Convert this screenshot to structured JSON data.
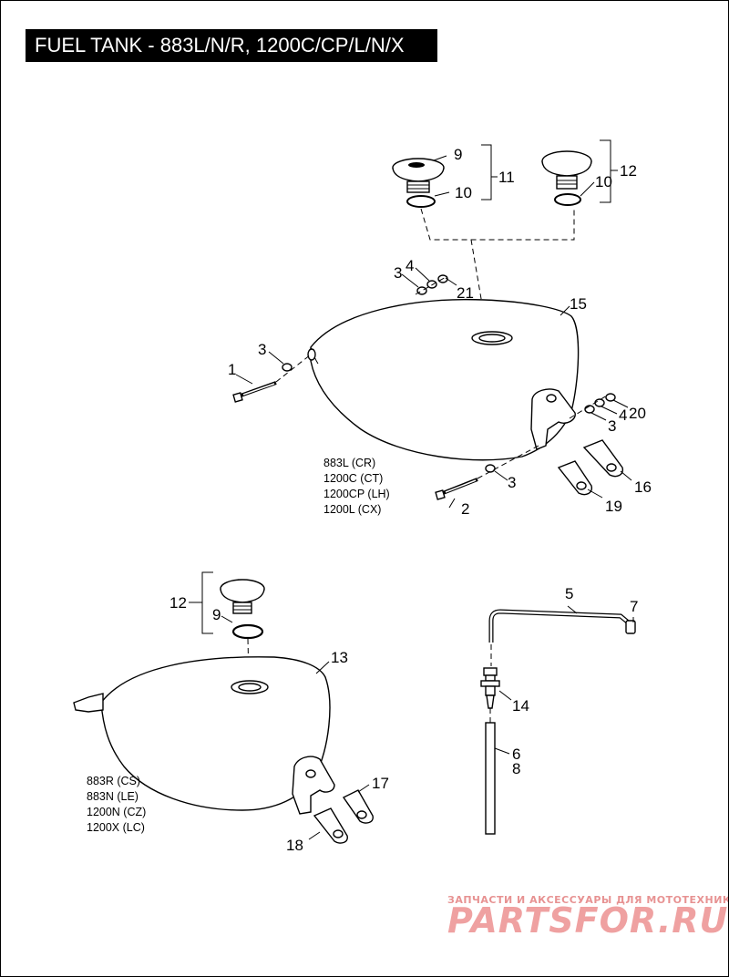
{
  "title": "FUEL TANK - 883L/N/R, 1200C/CP/L/N/X",
  "callouts": {
    "p1": "1",
    "p2": "2",
    "p3a": "3",
    "p3b": "3",
    "p3c": "3",
    "p3d": "3",
    "p4a": "4",
    "p4b": "4",
    "p5": "5",
    "p6": "6",
    "p7": "7",
    "p8": "8",
    "p9a": "9",
    "p9b": "9",
    "p10a": "10",
    "p10b": "10",
    "p11": "11",
    "p12a": "12",
    "p12b": "12",
    "p13": "13",
    "p14": "14",
    "p15": "15",
    "p16": "16",
    "p17": "17",
    "p18": "18",
    "p19": "19",
    "p20": "20",
    "p21": "21"
  },
  "models_upper": [
    "883L (CR)",
    "1200C (CT)",
    "1200CP (LH)",
    "1200L (CX)"
  ],
  "models_lower": [
    "883R (CS)",
    "883N (LE)",
    "1200N (CZ)",
    "1200X (LC)"
  ],
  "watermark": {
    "tagline": "ЗАПЧАСТИ И АКСЕССУАРЫ ДЛЯ МОТОТЕХНИКИ",
    "brand": "PARTSFOR.RU"
  }
}
